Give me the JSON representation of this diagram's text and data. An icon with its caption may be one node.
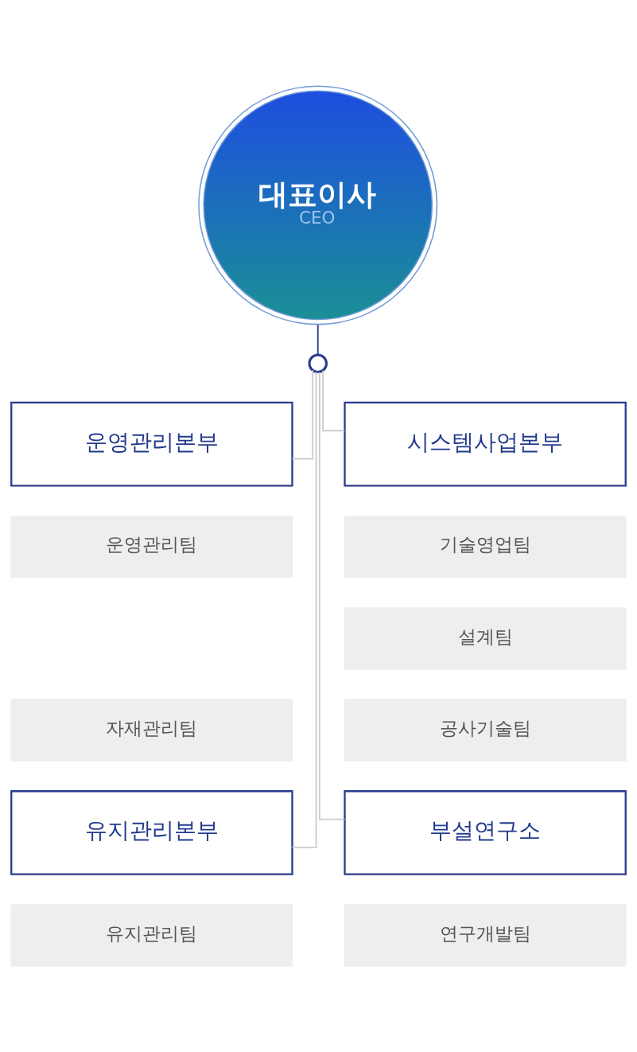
{
  "diagram": {
    "nodes": [
      {
        "text": [
          "대표이사",
          "CEO"
        ]
      },
      {
        "text": [],
        "shape": "circle"
      },
      {
        "text": [
          "운영관리본부"
        ]
      },
      {
        "text": [
          "운영관리팀"
        ]
      },
      {
        "text": [
          "자재관리팀"
        ]
      },
      {
        "text": [
          "시스템사업본부"
        ]
      },
      {
        "text": [
          "기술영업팀"
        ]
      },
      {
        "text": [
          "설계팀"
        ]
      },
      {
        "text": [
          "공사기술팀"
        ]
      },
      {
        "text": [
          "유지관리본부"
        ]
      },
      {
        "text": [
          "유지관리팀"
        ]
      },
      {
        "text": [
          "부설연구소"
        ]
      },
      {
        "text": [
          "연구개발팀"
        ]
      }
    ],
    "edges": [
      {
        "from": 0,
        "to": 1,
        "arrow": "none",
        "color": "#2b3a8c"
      },
      {
        "from": 1,
        "to": 2,
        "arrow": "none"
      },
      {
        "from": 1,
        "to": 5,
        "arrow": "none"
      },
      {
        "from": 1,
        "to": 9,
        "arrow": "none"
      },
      {
        "from": 1,
        "to": 11,
        "arrow": "none"
      }
    ]
  }
}
